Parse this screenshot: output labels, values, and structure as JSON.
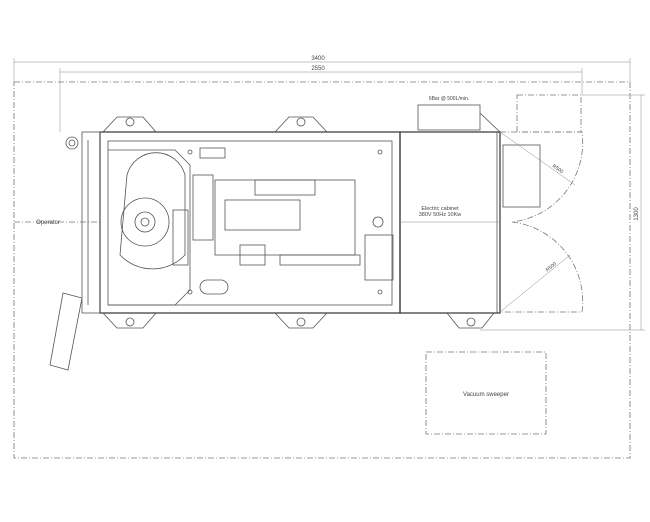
{
  "dimensions": {
    "overall_length": "3400",
    "machine_length": "2550",
    "overall_width": "1300",
    "door_radius_top": "R500",
    "door_radius_bottom": "R500"
  },
  "labels": {
    "operator": "Operator",
    "air_supply": "6Bar @ 500L/min.",
    "cabinet_line1": "Electric cabinet",
    "cabinet_line2": "380V 50Hz 10Kw",
    "vacuum": "Vacuum sweeper"
  },
  "colors": {
    "line": "#555555",
    "background": "#ffffff"
  }
}
